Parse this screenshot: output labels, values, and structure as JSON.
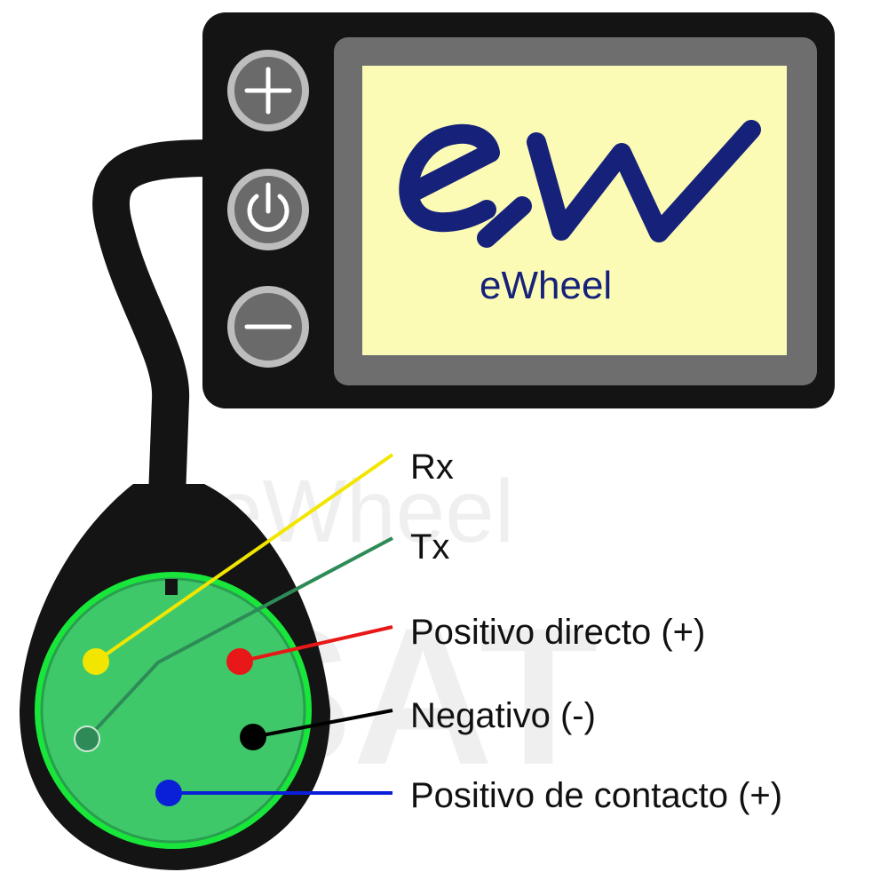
{
  "display": {
    "logo_text": "e,W",
    "brand_name": "eWheel",
    "buttons": [
      {
        "name": "plus-button",
        "icon": "plus-icon"
      },
      {
        "name": "power-button",
        "icon": "power-icon"
      },
      {
        "name": "minus-button",
        "icon": "minus-icon"
      }
    ],
    "screen_color": "#fbfbb6",
    "bezel_color": "#6e6e6e",
    "housing_color": "#141414",
    "brand_color": "#16217a"
  },
  "watermark": {
    "text": "eWheel",
    "text2": "SAT"
  },
  "connector": {
    "face_color": "#3fc86a",
    "ring_color": "#19e63a",
    "pins": [
      {
        "label": "Rx",
        "color": "#f2e600"
      },
      {
        "label": "Tx",
        "color": "#2e8b57"
      },
      {
        "label": "Positivo directo (+)",
        "color": "#e81818"
      },
      {
        "label": "Negativo (-)",
        "color": "#000000"
      },
      {
        "label": "Positivo de contacto (+)",
        "color": "#0a1fd8"
      }
    ]
  }
}
